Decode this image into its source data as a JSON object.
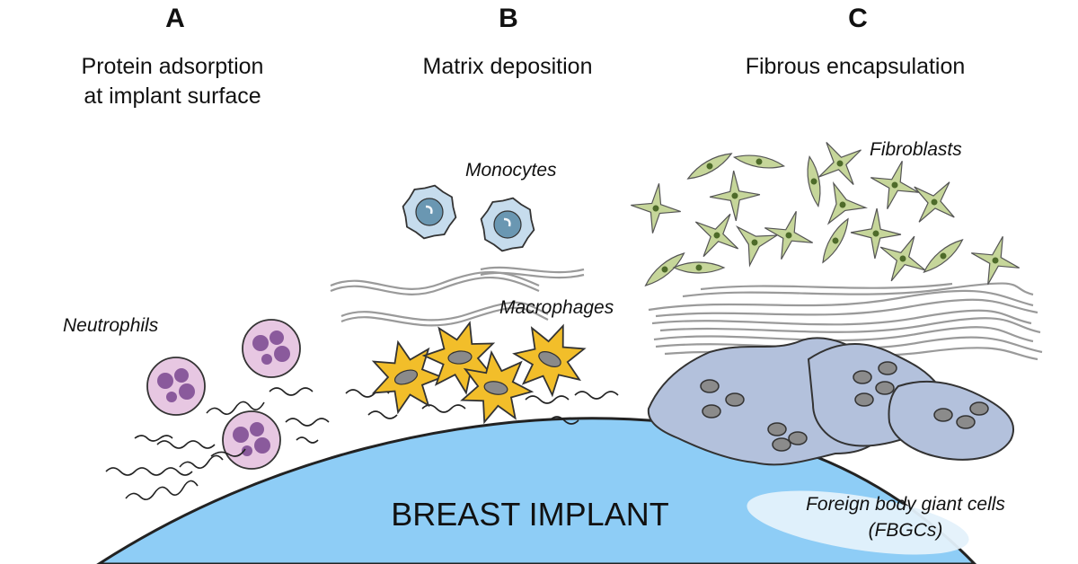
{
  "panels": [
    {
      "letter": "A",
      "title_line1": "Protein adsorption",
      "title_line2": "at implant surface"
    },
    {
      "letter": "B",
      "title_line1": "Matrix deposition",
      "title_line2": ""
    },
    {
      "letter": "C",
      "title_line1": "Fibrous encapsulation",
      "title_line2": ""
    }
  ],
  "labels": {
    "neutrophils": "Neutrophils",
    "monocytes": "Monocytes",
    "macrophages": "Macrophages",
    "fibroblasts": "Fibroblasts",
    "fbgc_line1": "Foreign body giant cells",
    "fbgc_line2": "(FBGCs)",
    "implant": "BREAST IMPLANT"
  },
  "colors": {
    "implant": "#8ecdf6",
    "neutrophil": "#e7c7e2",
    "neutrophil_nucleus": "#8a5a9c",
    "monocyte": "#c6dced",
    "monocyte_nucleus": "#6a97b2",
    "macrophage": "#f2be2a",
    "macrophage_nucleus": "#8a8a8a",
    "fibroblast": "#c6d69a",
    "fibroblast_nucleus": "#4e6b2a",
    "fbgc": "#b3c1dc",
    "fbgc_nucleus": "#8b8b8b",
    "fiber": "#a9a9a9"
  }
}
